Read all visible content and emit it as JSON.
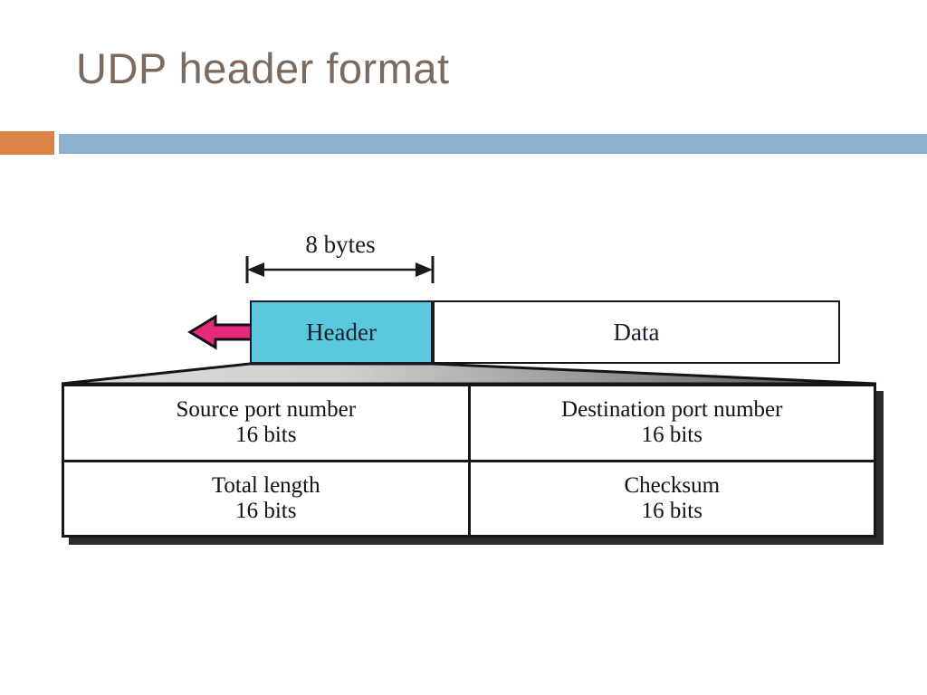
{
  "slide": {
    "title": "UDP header format",
    "title_color": "#7b6a5d",
    "accent_orange": "#dd8247",
    "accent_blue": "#8bb3d1"
  },
  "diagram": {
    "measure": {
      "label": "8 bytes",
      "arrow_style": "double-headed"
    },
    "datagram": {
      "header_label": "Header",
      "header_fill": "#5bc8de",
      "data_label": "Data",
      "data_fill": "#ffffff",
      "callout_arrow_color": "#e6287a"
    },
    "funnel": {
      "fill_from": "#d6d6d6",
      "fill_to": "#5d5d5d"
    },
    "fields": {
      "rows": [
        [
          {
            "name": "Source port number",
            "size": "16 bits"
          },
          {
            "name": "Destination port number",
            "size": "16 bits"
          }
        ],
        [
          {
            "name": "Total length",
            "size": "16 bits"
          },
          {
            "name": "Checksum",
            "size": "16 bits"
          }
        ]
      ]
    }
  }
}
